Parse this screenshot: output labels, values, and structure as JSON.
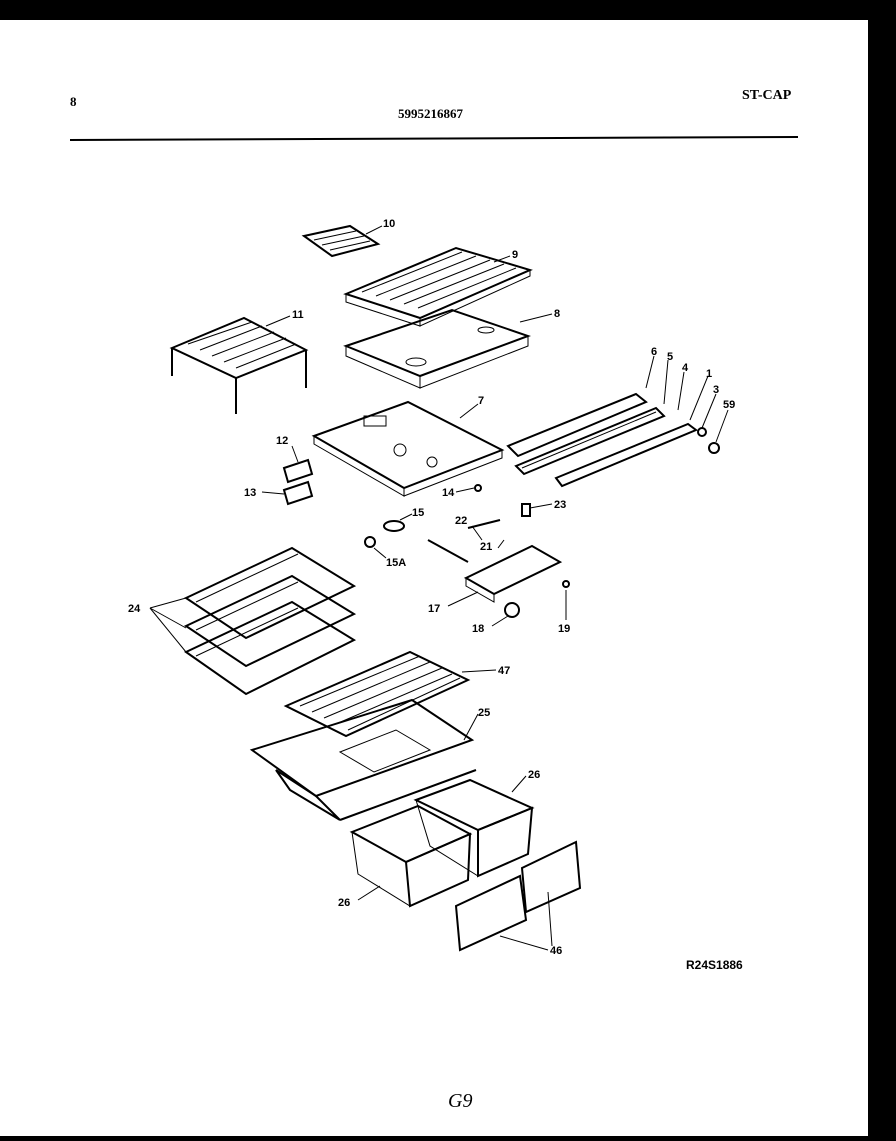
{
  "header": {
    "page_number": "8",
    "part_number": "5995216867",
    "section_code": "ST-CAP"
  },
  "diagram": {
    "reference_code": "R24S1886",
    "page_mark": "G9",
    "callouts": {
      "c10": "10",
      "c9": "9",
      "c11": "11",
      "c8": "8",
      "c6": "6",
      "c5": "5",
      "c4": "4",
      "c1": "1",
      "c3": "3",
      "c59": "59",
      "c7": "7",
      "c12": "12",
      "c13": "13",
      "c14": "14",
      "c15": "15",
      "c15a": "15A",
      "c22": "22",
      "c23": "23",
      "c21": "21",
      "c17": "17",
      "c18": "18",
      "c19": "19",
      "c24": "24",
      "c47": "47",
      "c25": "25",
      "c26a": "26",
      "c26b": "26",
      "c46": "46"
    }
  }
}
